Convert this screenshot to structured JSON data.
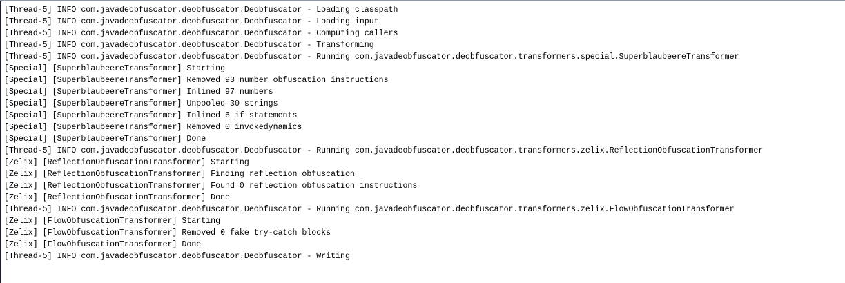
{
  "colors": {
    "background": "#ffffff",
    "text": "#000000",
    "top_border": "#9199a3",
    "left_border": "#1b2028"
  },
  "console": {
    "lines": [
      "[Thread-5] INFO com.javadeobfuscator.deobfuscator.Deobfuscator - Loading classpath",
      "[Thread-5] INFO com.javadeobfuscator.deobfuscator.Deobfuscator - Loading input",
      "[Thread-5] INFO com.javadeobfuscator.deobfuscator.Deobfuscator - Computing callers",
      "[Thread-5] INFO com.javadeobfuscator.deobfuscator.Deobfuscator - Transforming",
      "[Thread-5] INFO com.javadeobfuscator.deobfuscator.Deobfuscator - Running com.javadeobfuscator.deobfuscator.transformers.special.SuperblaubeereTransformer",
      "[Special] [SuperblaubeereTransformer] Starting",
      "[Special] [SuperblaubeereTransformer] Removed 93 number obfuscation instructions",
      "[Special] [SuperblaubeereTransformer] Inlined 97 numbers",
      "[Special] [SuperblaubeereTransformer] Unpooled 30 strings",
      "[Special] [SuperblaubeereTransformer] Inlined 6 if statements",
      "[Special] [SuperblaubeereTransformer] Removed 0 invokedynamics",
      "[Special] [SuperblaubeereTransformer] Done",
      "[Thread-5] INFO com.javadeobfuscator.deobfuscator.Deobfuscator - Running com.javadeobfuscator.deobfuscator.transformers.zelix.ReflectionObfuscationTransformer",
      "[Zelix] [ReflectionObfuscationTransformer] Starting",
      "[Zelix] [ReflectionObfuscationTransformer] Finding reflection obfuscation",
      "[Zelix] [ReflectionObfuscationTransformer] Found 0 reflection obfuscation instructions",
      "[Zelix] [ReflectionObfuscationTransformer] Done",
      "[Thread-5] INFO com.javadeobfuscator.deobfuscator.Deobfuscator - Running com.javadeobfuscator.deobfuscator.transformers.zelix.FlowObfuscationTransformer",
      "[Zelix] [FlowObfuscationTransformer] Starting",
      "[Zelix] [FlowObfuscationTransformer] Removed 0 fake try-catch blocks",
      "[Zelix] [FlowObfuscationTransformer] Done",
      "[Thread-5] INFO com.javadeobfuscator.deobfuscator.Deobfuscator - Writing"
    ]
  }
}
